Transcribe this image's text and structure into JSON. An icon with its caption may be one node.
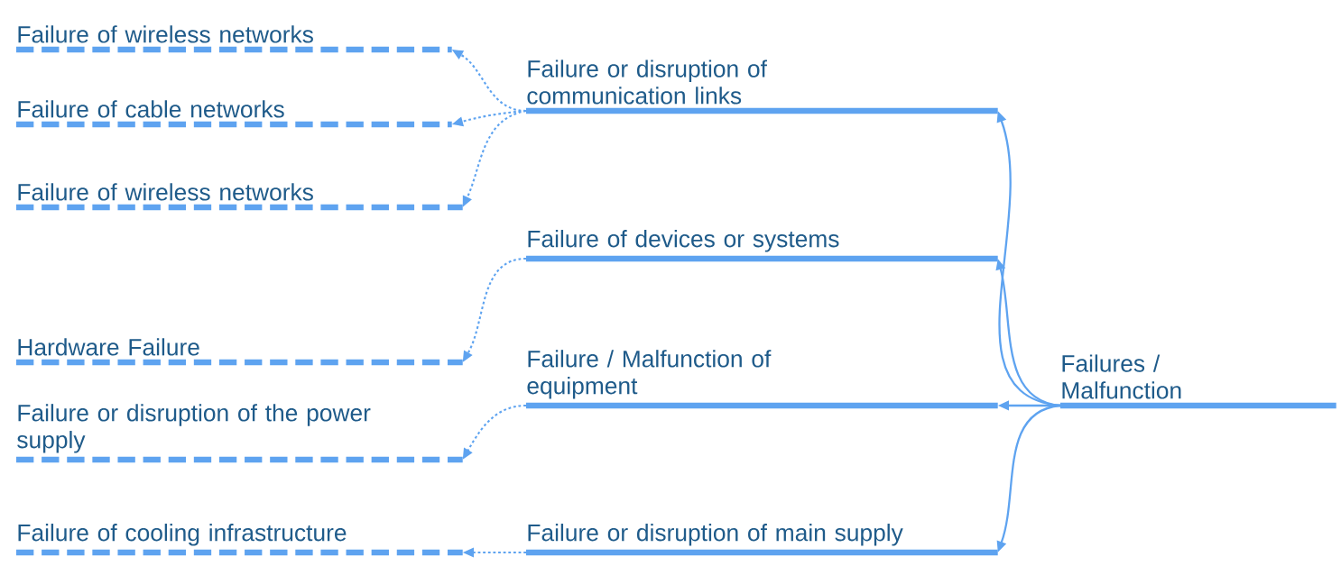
{
  "diagram": {
    "nodes": [
      {
        "text": [
          "Failures / Malfunction"
        ]
      },
      {
        "text": [
          "Failure or disruption of communication links"
        ]
      },
      {
        "text": [
          "Failure of devices or systems"
        ]
      },
      {
        "text": [
          "Failure / Malfunction of equipment"
        ]
      },
      {
        "text": [
          "Failure or disruption of main supply"
        ]
      },
      {
        "text": [
          "Failure of wireless networks"
        ]
      },
      {
        "text": [
          "Failure of cable networks"
        ]
      },
      {
        "text": [
          "Failure of wireless networks"
        ]
      },
      {
        "text": [
          "Hardware Failure"
        ]
      },
      {
        "text": [
          "Failure or disruption of the power supply"
        ]
      },
      {
        "text": [
          "Failure of cooling infrastructure"
        ]
      }
    ],
    "edges": [
      {
        "from": 0,
        "to": 1,
        "arrow": "to"
      },
      {
        "from": 0,
        "to": 2,
        "arrow": "to"
      },
      {
        "from": 0,
        "to": 3,
        "arrow": "to"
      },
      {
        "from": 0,
        "to": 4,
        "arrow": "to"
      },
      {
        "from": 1,
        "to": 5,
        "arrow": "to",
        "style": "dashed"
      },
      {
        "from": 1,
        "to": 6,
        "arrow": "to",
        "style": "dashed"
      },
      {
        "from": 1,
        "to": 7,
        "arrow": "to",
        "style": "dashed"
      },
      {
        "from": 2,
        "to": 8,
        "arrow": "to",
        "style": "dashed"
      },
      {
        "from": 3,
        "to": 9,
        "arrow": "to",
        "style": "dashed"
      },
      {
        "from": 4,
        "to": 10,
        "arrow": "to",
        "style": "dashed"
      }
    ]
  }
}
